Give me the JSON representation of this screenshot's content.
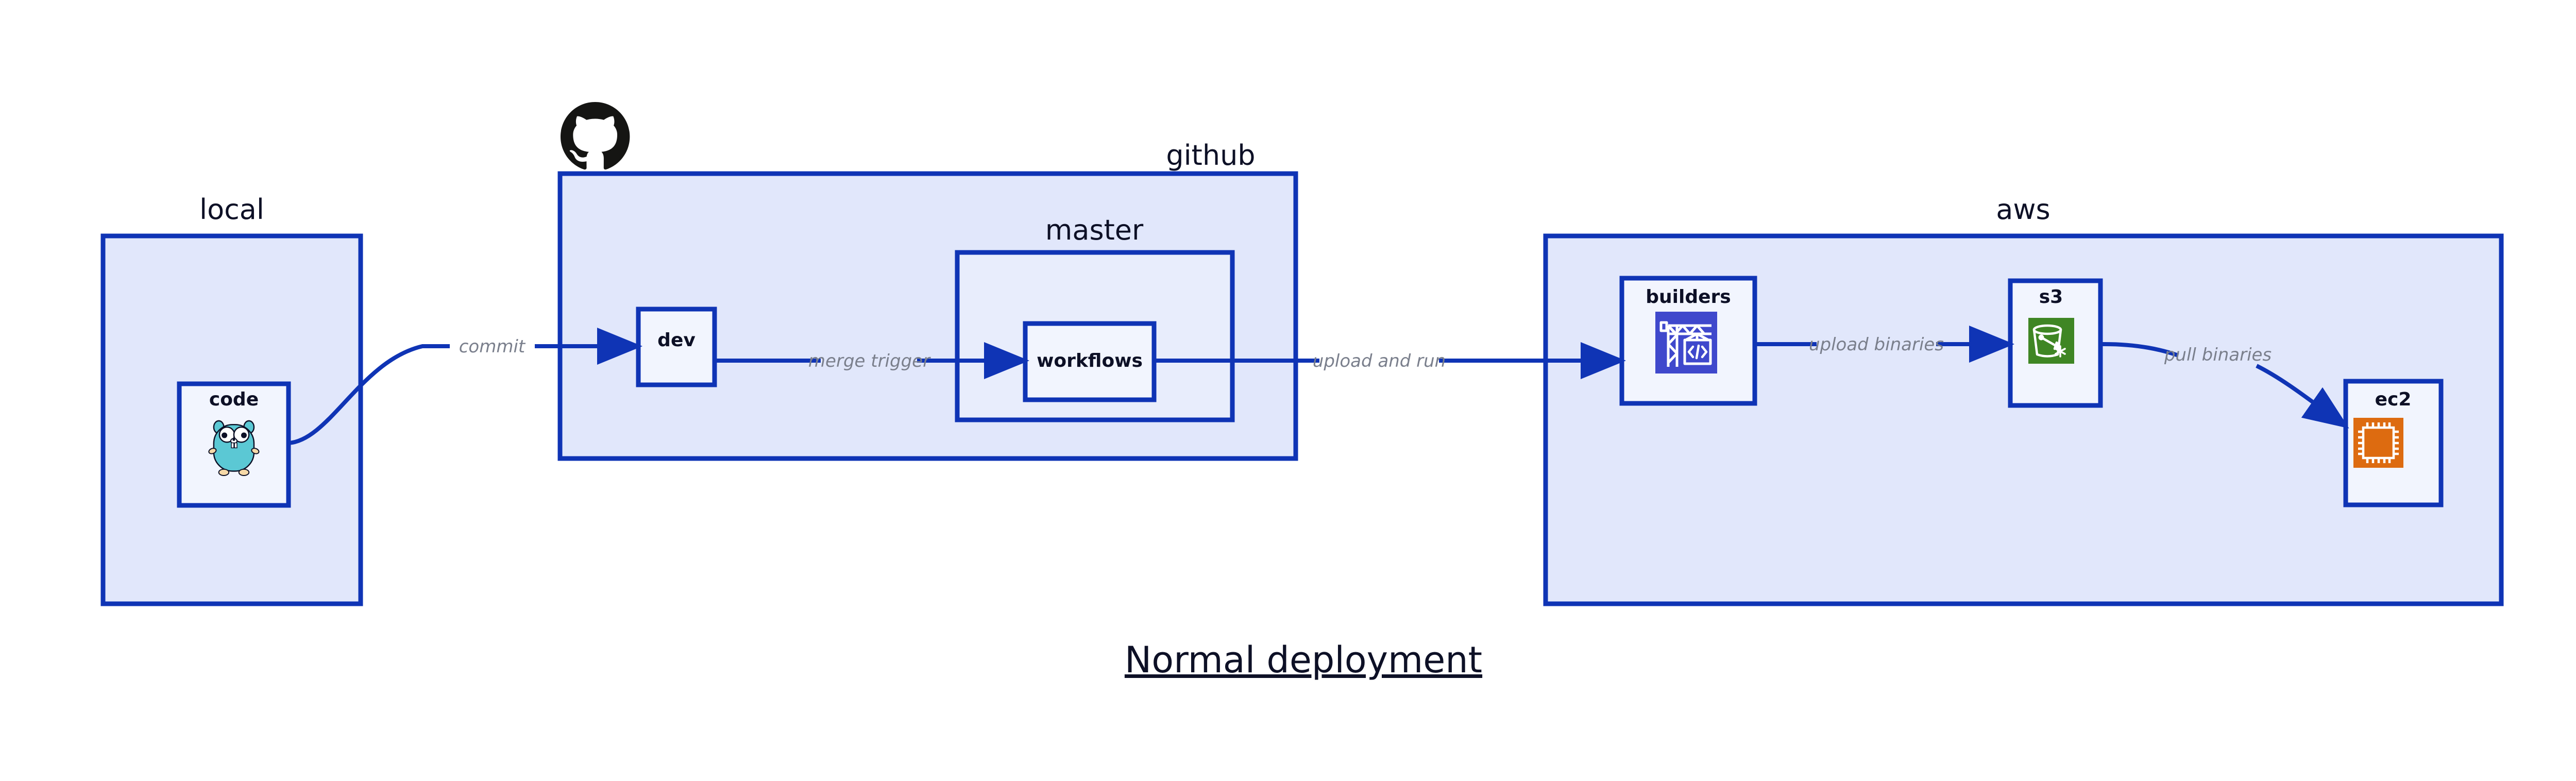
{
  "diagram": {
    "title": "Normal deployment",
    "colors": {
      "border": "#0f34b5",
      "zone_fill": "#e1e7fb",
      "sub_zone_fill": "#e8edfc",
      "node_fill": "#f2f5fe",
      "label_text": "#0d1026",
      "edge_label_text": "#7a7f8c",
      "codebuild_icon": "#3f48cc",
      "s3_icon": "#3f8624",
      "ec2_icon": "#dd6b10",
      "gopher_body": "#5bc8d4",
      "github_logo": "#151513"
    },
    "zones": [
      {
        "id": "local",
        "label": "local"
      },
      {
        "id": "github",
        "label": "github"
      },
      {
        "id": "aws",
        "label": "aws"
      }
    ],
    "sub_zones": [
      {
        "id": "master",
        "label": "master",
        "parent": "github"
      }
    ],
    "nodes": [
      {
        "id": "code",
        "label": "code",
        "zone": "local",
        "icon": "go-gopher-icon"
      },
      {
        "id": "dev",
        "label": "dev",
        "zone": "github",
        "icon": null
      },
      {
        "id": "workflows",
        "label": "workflows",
        "zone": "master",
        "icon": null
      },
      {
        "id": "builders",
        "label": "builders",
        "zone": "aws",
        "icon": "aws-codebuild-icon"
      },
      {
        "id": "s3",
        "label": "s3",
        "zone": "aws",
        "icon": "aws-s3-bucket-icon"
      },
      {
        "id": "ec2",
        "label": "ec2",
        "zone": "aws",
        "icon": "aws-ec2-chip-icon"
      }
    ],
    "edges": [
      {
        "id": "code-to-dev",
        "from": "code",
        "to": "dev",
        "label": "commit"
      },
      {
        "id": "dev-to-workflows",
        "from": "dev",
        "to": "workflows",
        "label": "merge trigger"
      },
      {
        "id": "workflows-to-builders",
        "from": "workflows",
        "to": "builders",
        "label": "upload and run"
      },
      {
        "id": "builders-to-s3",
        "from": "builders",
        "to": "s3",
        "label": "upload binaries"
      },
      {
        "id": "s3-to-ec2",
        "from": "s3",
        "to": "ec2",
        "label": "pull binaries"
      }
    ],
    "logos": [
      {
        "id": "github-octocat",
        "name": "github-octocat-logo",
        "zone": "github"
      }
    ]
  }
}
